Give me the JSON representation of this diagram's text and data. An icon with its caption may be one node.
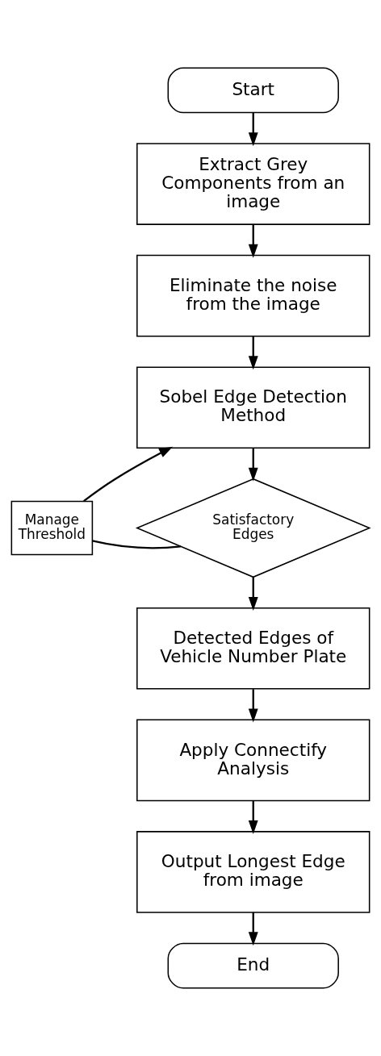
{
  "diagram": {
    "nodes": [
      {
        "text": [
          "Start"
        ]
      },
      {
        "text": [
          "Extract Grey Components from an image"
        ]
      },
      {
        "text": [
          "Eliminate the noise from the image"
        ]
      },
      {
        "text": [
          "Sobel Edge Detection Method"
        ]
      },
      {
        "text": [
          "Manage Threshold"
        ]
      },
      {
        "text": [
          "Satisfactory Edges"
        ]
      },
      {
        "text": [
          "Detected Edges of Vehicle Number Plate"
        ]
      },
      {
        "text": [
          "Apply Connectify Analysis"
        ]
      },
      {
        "text": [
          "Output Longest Edge from image"
        ]
      },
      {
        "text": [
          "End"
        ]
      }
    ],
    "edges": [
      {
        "from": 0,
        "to": 1,
        "arrow": "to"
      },
      {
        "from": 1,
        "to": 2,
        "arrow": "to"
      },
      {
        "from": 2,
        "to": 3,
        "arrow": "to"
      },
      {
        "from": 3,
        "to": 5,
        "arrow": "to"
      },
      {
        "from": 5,
        "to": 4,
        "arrow": "none"
      },
      {
        "from": 4,
        "to": 3,
        "arrow": "to"
      },
      {
        "from": 5,
        "to": 6,
        "arrow": "to"
      },
      {
        "from": 6,
        "to": 7,
        "arrow": "to"
      },
      {
        "from": 7,
        "to": 8,
        "arrow": "to"
      },
      {
        "from": 8,
        "to": 9,
        "arrow": "to"
      }
    ]
  }
}
